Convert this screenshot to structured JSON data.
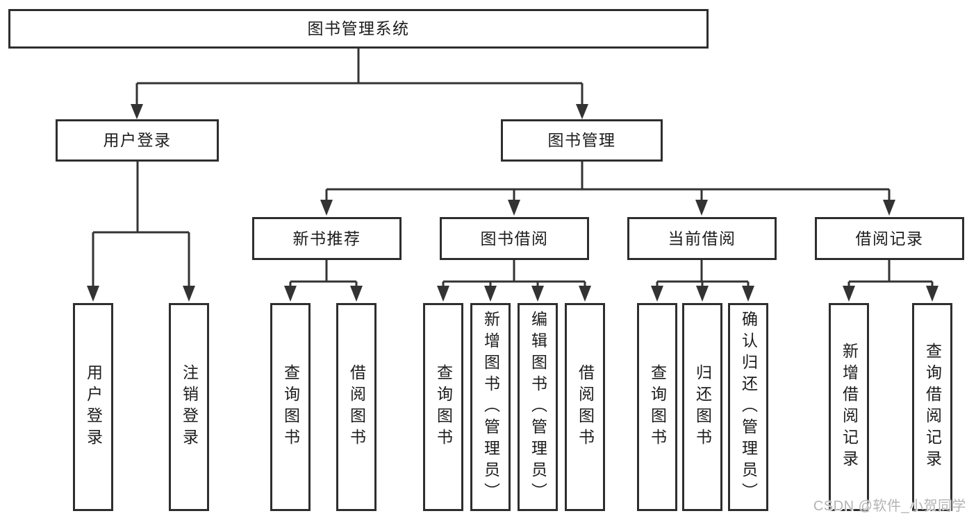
{
  "diagram": {
    "root_label": "图书管理系统",
    "user_login": {
      "label": "用户登录",
      "children": [
        "用户登录",
        "注销登录"
      ]
    },
    "book_management": {
      "label": "图书管理",
      "modules": [
        {
          "label": "新书推荐",
          "children": [
            "查询图书",
            "借阅图书"
          ]
        },
        {
          "label": "图书借阅",
          "children": [
            "查询图书",
            "新增图书（管理员）",
            "编辑图书（管理员）",
            "借阅图书"
          ]
        },
        {
          "label": "当前借阅",
          "children": [
            "查询图书",
            "归还图书",
            "确认归还（管理员）"
          ]
        },
        {
          "label": "借阅记录",
          "children": [
            "新增借阅记录",
            "查询借阅记录"
          ]
        }
      ]
    }
  },
  "watermark": "CSDN @软件_小贺同学",
  "colors": {
    "line": "#333333",
    "box_border": "#2e2e2e",
    "text": "#1c1c1c",
    "watermark": "#b4b4b4",
    "background": "#ffffff"
  }
}
